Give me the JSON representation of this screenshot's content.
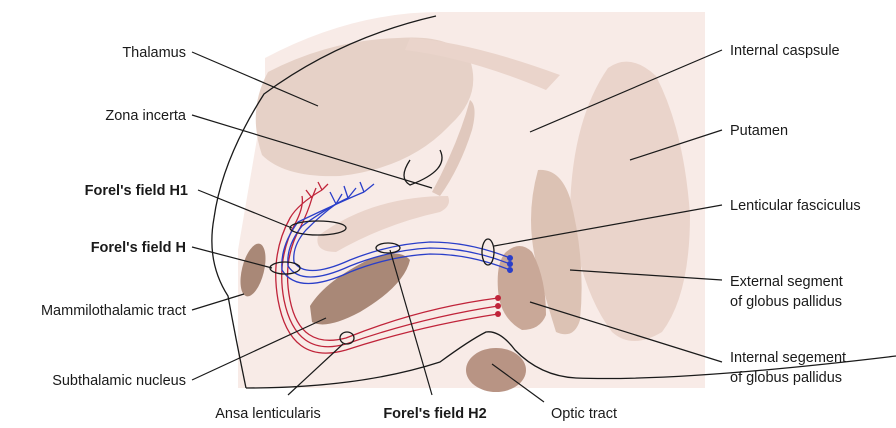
{
  "labels": {
    "thalamus": "Thalamus",
    "zona_incerta": "Zona incerta",
    "forel_h1": "Forel's field H1",
    "forel_h": "Forel's field H",
    "mammilothalamic_tract": "Mammilothalamic tract",
    "subthalamic_nucleus": "Subthalamic nucleus",
    "ansa_lenticularis": "Ansa lenticularis",
    "forel_h2": "Forel's field H2",
    "optic_tract": "Optic tract",
    "internal_capsule": "Internal caspsule",
    "putamen": "Putamen",
    "lenticular_fasciculus": "Lenticular fasciculus",
    "external_gp_line1": "External segment",
    "external_gp_line2": "of globus pallidus",
    "internal_gp_line1": "Internal segement",
    "internal_gp_line2": "of globus pallidus"
  },
  "colors": {
    "background_region": "#f8ebe7",
    "light_structure": "#ead4cb",
    "medium_structure": "#d8bba9",
    "dark_structure": "#ab8b78",
    "outline": "#1a1a1a",
    "pallidothalamic_red": "#c0243a",
    "pallidothalamic_blue": "#2a3ec9"
  }
}
